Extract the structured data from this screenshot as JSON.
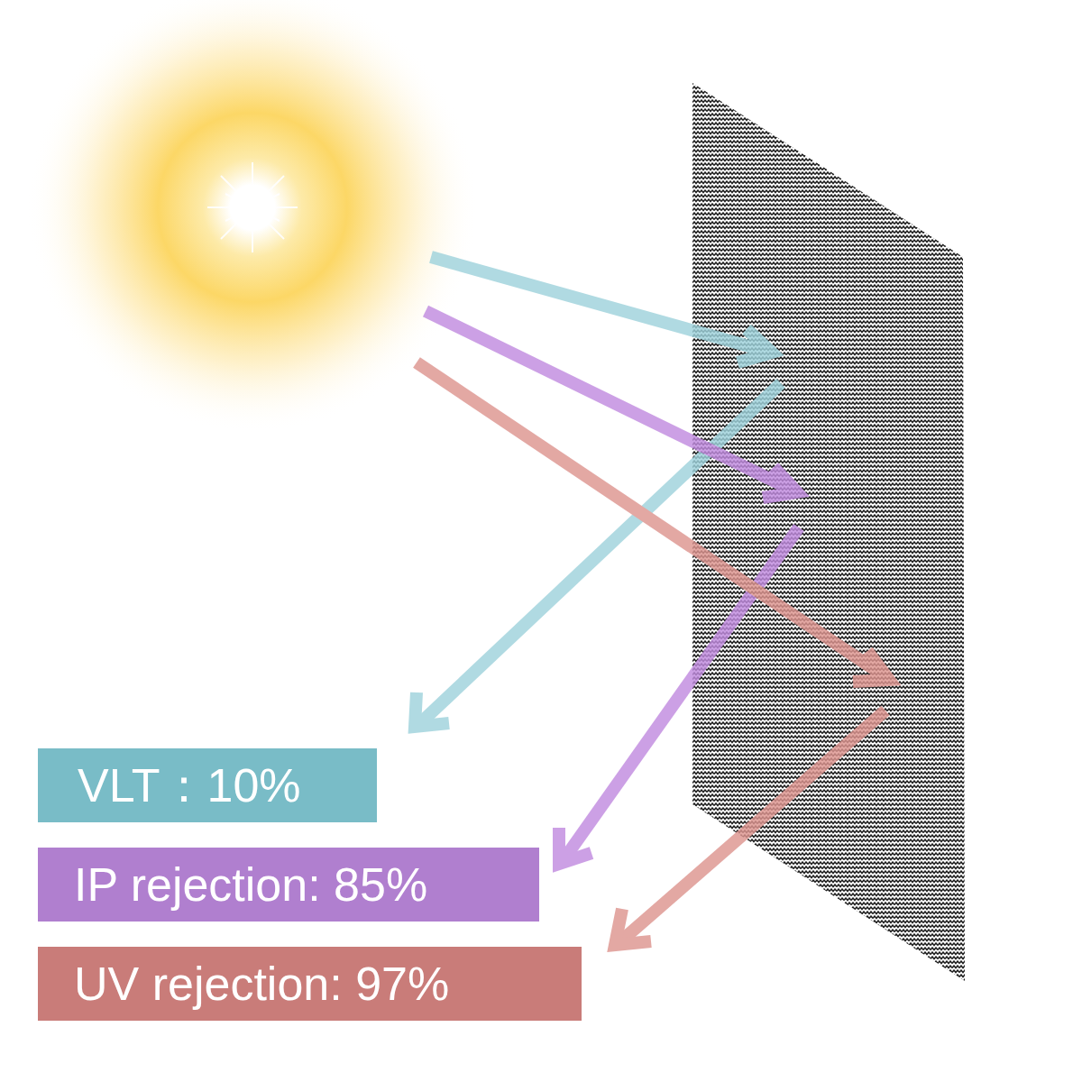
{
  "diagram": {
    "nodes": [
      {
        "text": [
          "VLT：10%"
        ]
      },
      {
        "text": [
          "IP rejection: 85%"
        ]
      },
      {
        "text": [
          "UV rejection: 97%"
        ]
      }
    ]
  }
}
